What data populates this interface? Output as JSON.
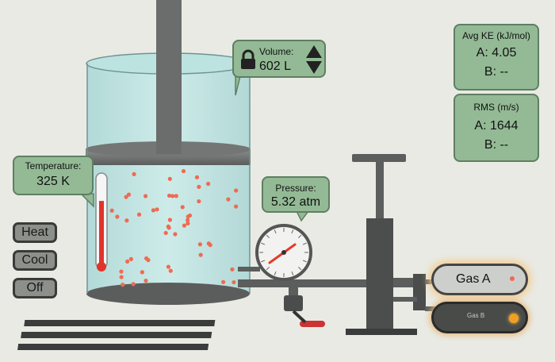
{
  "temperature": {
    "label": "Temperature:",
    "value": "325 K",
    "level": 0.72
  },
  "volume": {
    "label": "Volume:",
    "value": "602 L"
  },
  "pressure": {
    "label": "Pressure:",
    "value": "5.32 atm"
  },
  "avg_ke": {
    "label": "Avg KE (kJ/mol)",
    "a": "A: 4.05",
    "b": "B: --"
  },
  "rms": {
    "label": "RMS (m/s)",
    "a": "A: 1644",
    "b": "B: --"
  },
  "controls": {
    "heat": "Heat",
    "cool": "Cool",
    "off": "Off"
  },
  "gas": {
    "a_label": "Gas A",
    "b_label": "Gas B"
  },
  "colors": {
    "panel": "#93ba95",
    "panel_border": "#5e7f63",
    "particle": "#f06a52",
    "thermo_fill": "#e0342b",
    "gauge_needle": "#e43b2b",
    "gas_b_light": "#f0a020"
  }
}
